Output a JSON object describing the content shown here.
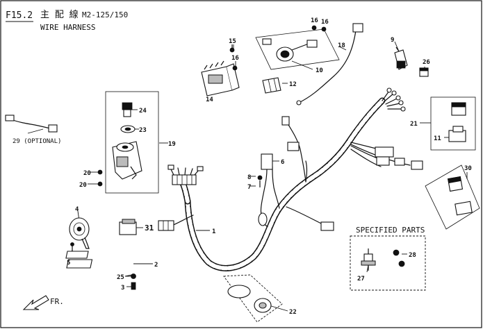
{
  "header": {
    "section": "F15.2",
    "title_cn": "主 配 線",
    "model": "M2-125/150",
    "title_en": "WIRE HARNESS"
  },
  "specified_parts": {
    "title": "SPECIFIED PARTS"
  },
  "direction": {
    "label": "FR."
  },
  "callouts": {
    "c1": "1",
    "c2": "2",
    "c3": "3",
    "c4": "4",
    "c5": "5",
    "c6": "6",
    "c7": "7",
    "c8": "8",
    "c9": "9",
    "c10": "10",
    "c11": "11",
    "c12": "12",
    "c14": "14",
    "c15": "15",
    "c16a": "16",
    "c16b": "16",
    "c16c": "16",
    "c18": "18",
    "c19": "19",
    "c20a": "20",
    "c20b": "20",
    "c21": "21",
    "c22": "22",
    "c23": "23",
    "c24": "24",
    "c25": "25",
    "c26": "26",
    "c27": "27",
    "c28": "28",
    "c29": "29 (OPTIONAL)",
    "c30": "30",
    "c31": "31"
  }
}
